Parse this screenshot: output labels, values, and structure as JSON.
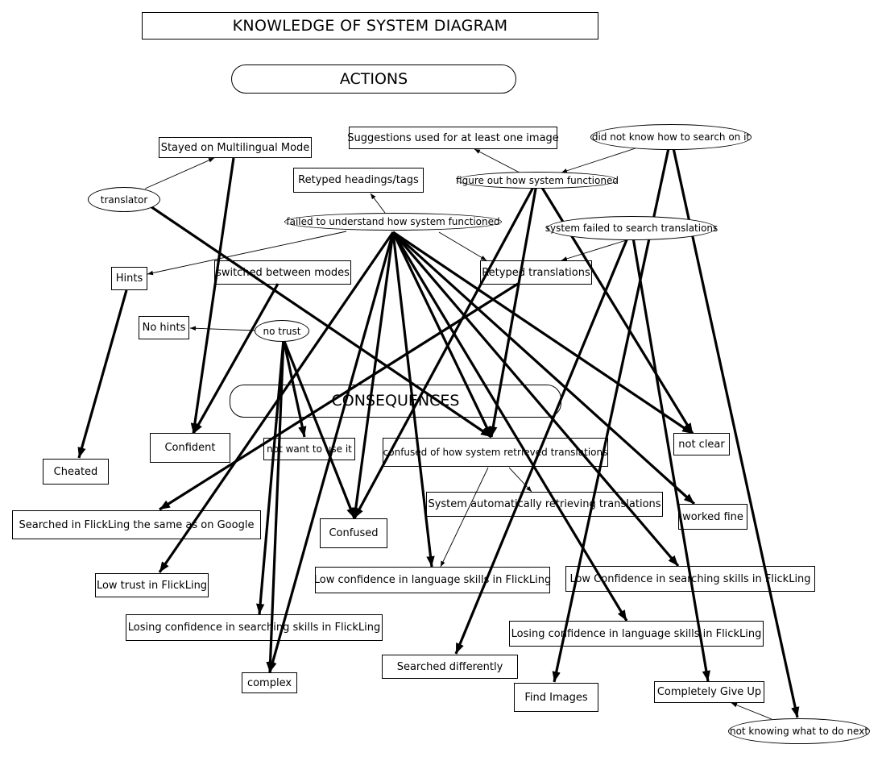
{
  "title": "KNOWLEDGE OF SYSTEM DIAGRAM",
  "sections": {
    "actions": "ACTIONS",
    "consequences": "CONSEQUENCES"
  },
  "nodes": {
    "stayed_multilingual": "Stayed on Multilingual Mode",
    "suggestions_used": "Suggestions used for at least one image",
    "did_not_know_search": "did not know how to search on it",
    "figure_out": "figure out how system functioned",
    "translator": "translator",
    "retyped_headings": "Retyped headings/tags",
    "failed_understand": "failed to understand how system functioned",
    "system_failed_search": "system failed to search translations",
    "hints": "Hints",
    "switched_modes": "switched between modes",
    "retyped_translations": "Retyped translations",
    "no_hints": "No hints",
    "no_trust": "no trust",
    "cheated": "Cheated",
    "confident": "Confident",
    "not_want_use": "not want to use it",
    "confused_retrieved": "confused of how system retrieved translations",
    "not_clear": "not clear",
    "searched_same_google": "Searched in FlickLing the same as on Google",
    "confused": "Confused",
    "system_auto_retrieving": "System automatically retrieving translations",
    "worked_fine": "worked fine",
    "low_trust": "Low trust in FlickLing",
    "low_conf_language": "Low confidence in language skills in FlickLing",
    "low_conf_searching": "Low Confidence in searching skills in FlickLing",
    "losing_conf_searching": "Losing confidence in searching skills in FlickLing",
    "losing_conf_language": "Losing confidence in language skills in FlickLing",
    "searched_differently": "Searched differently",
    "complex": "complex",
    "find_images": "Find Images",
    "completely_give_up": "Completely Give Up",
    "not_knowing_next": "not knowing what to do next"
  },
  "edges": [
    [
      "translator",
      "stayed_multilingual",
      "thin"
    ],
    [
      "stayed_multilingual",
      "confident",
      "thick"
    ],
    [
      "translator",
      "confused_retrieved",
      "thick"
    ],
    [
      "figure_out",
      "suggestions_used",
      "thin"
    ],
    [
      "did_not_know_search",
      "figure_out",
      "thin"
    ],
    [
      "failed_understand",
      "retyped_headings",
      "thin"
    ],
    [
      "failed_understand",
      "hints",
      "thin"
    ],
    [
      "failed_understand",
      "retyped_translations",
      "thin"
    ],
    [
      "system_failed_search",
      "retyped_translations",
      "thin"
    ],
    [
      "hints",
      "cheated",
      "thick"
    ],
    [
      "no_trust",
      "no_hints",
      "thin"
    ],
    [
      "switched_modes",
      "confident",
      "thick"
    ],
    [
      "no_trust",
      "not_want_use",
      "thick"
    ],
    [
      "no_trust",
      "confused",
      "thick"
    ],
    [
      "no_trust",
      "complex",
      "thick"
    ],
    [
      "no_trust",
      "losing_conf_searching",
      "thick"
    ],
    [
      "figure_out",
      "confused_retrieved",
      "thick"
    ],
    [
      "figure_out",
      "confused",
      "thick"
    ],
    [
      "figure_out",
      "not_clear",
      "thick"
    ],
    [
      "failed_understand",
      "low_trust",
      "thick"
    ],
    [
      "failed_understand",
      "complex",
      "thick"
    ],
    [
      "failed_understand",
      "low_conf_language",
      "thick"
    ],
    [
      "failed_understand",
      "confused_retrieved",
      "thick"
    ],
    [
      "failed_understand",
      "not_clear",
      "thick"
    ],
    [
      "failed_understand",
      "worked_fine",
      "thick"
    ],
    [
      "failed_understand",
      "low_conf_searching",
      "thick"
    ],
    [
      "failed_understand",
      "losing_conf_language",
      "thick"
    ],
    [
      "failed_understand",
      "confused",
      "thick"
    ],
    [
      "retyped_translations",
      "searched_same_google",
      "thick"
    ],
    [
      "system_failed_search",
      "searched_differently",
      "thick"
    ],
    [
      "system_failed_search",
      "completely_give_up",
      "thick"
    ],
    [
      "did_not_know_search",
      "find_images",
      "thick"
    ],
    [
      "did_not_know_search",
      "not_knowing_next",
      "thick"
    ],
    [
      "confused_retrieved",
      "low_conf_language",
      "thin"
    ],
    [
      "confused_retrieved",
      "system_auto_retrieving",
      "thin"
    ],
    [
      "not_knowing_next",
      "completely_give_up",
      "thin"
    ]
  ]
}
